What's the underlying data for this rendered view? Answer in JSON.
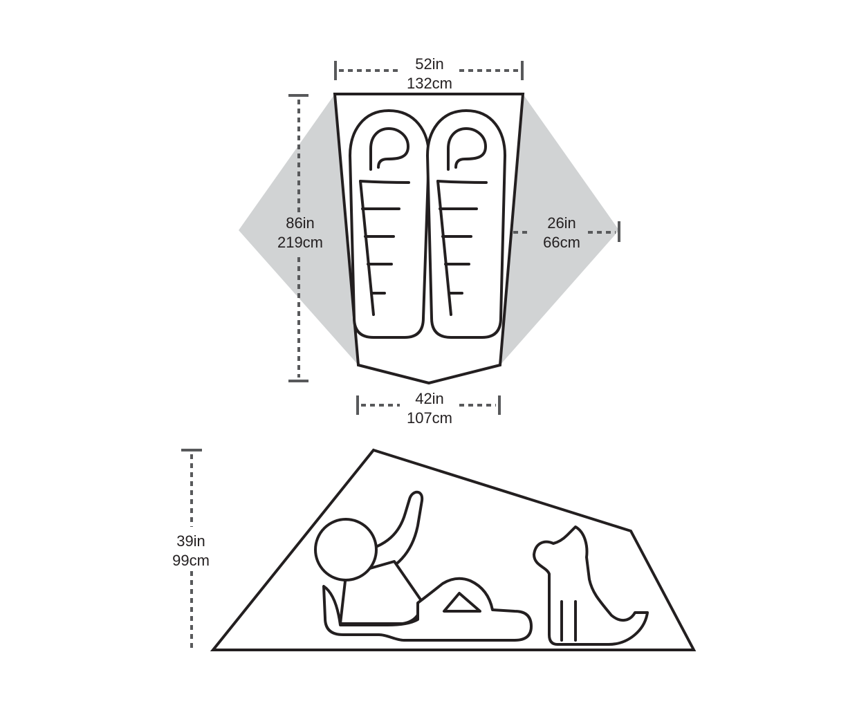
{
  "colors": {
    "outline": "#231f20",
    "dimension_line": "#58595b",
    "vestibule_fill": "#d1d3d4",
    "background": "#ffffff"
  },
  "floor_plan": {
    "top_width": {
      "in": "52in",
      "cm": "132cm"
    },
    "length": {
      "in": "86in",
      "cm": "219cm"
    },
    "vestibule_depth": {
      "in": "26in",
      "cm": "66cm"
    },
    "bottom_width": {
      "in": "42in",
      "cm": "107cm"
    },
    "sleeping_bags": [
      "sleeping-bag-icon",
      "sleeping-bag-icon"
    ]
  },
  "side_profile": {
    "peak_height": {
      "in": "39in",
      "cm": "99cm"
    },
    "occupants": [
      "person-icon",
      "dog-icon"
    ]
  }
}
